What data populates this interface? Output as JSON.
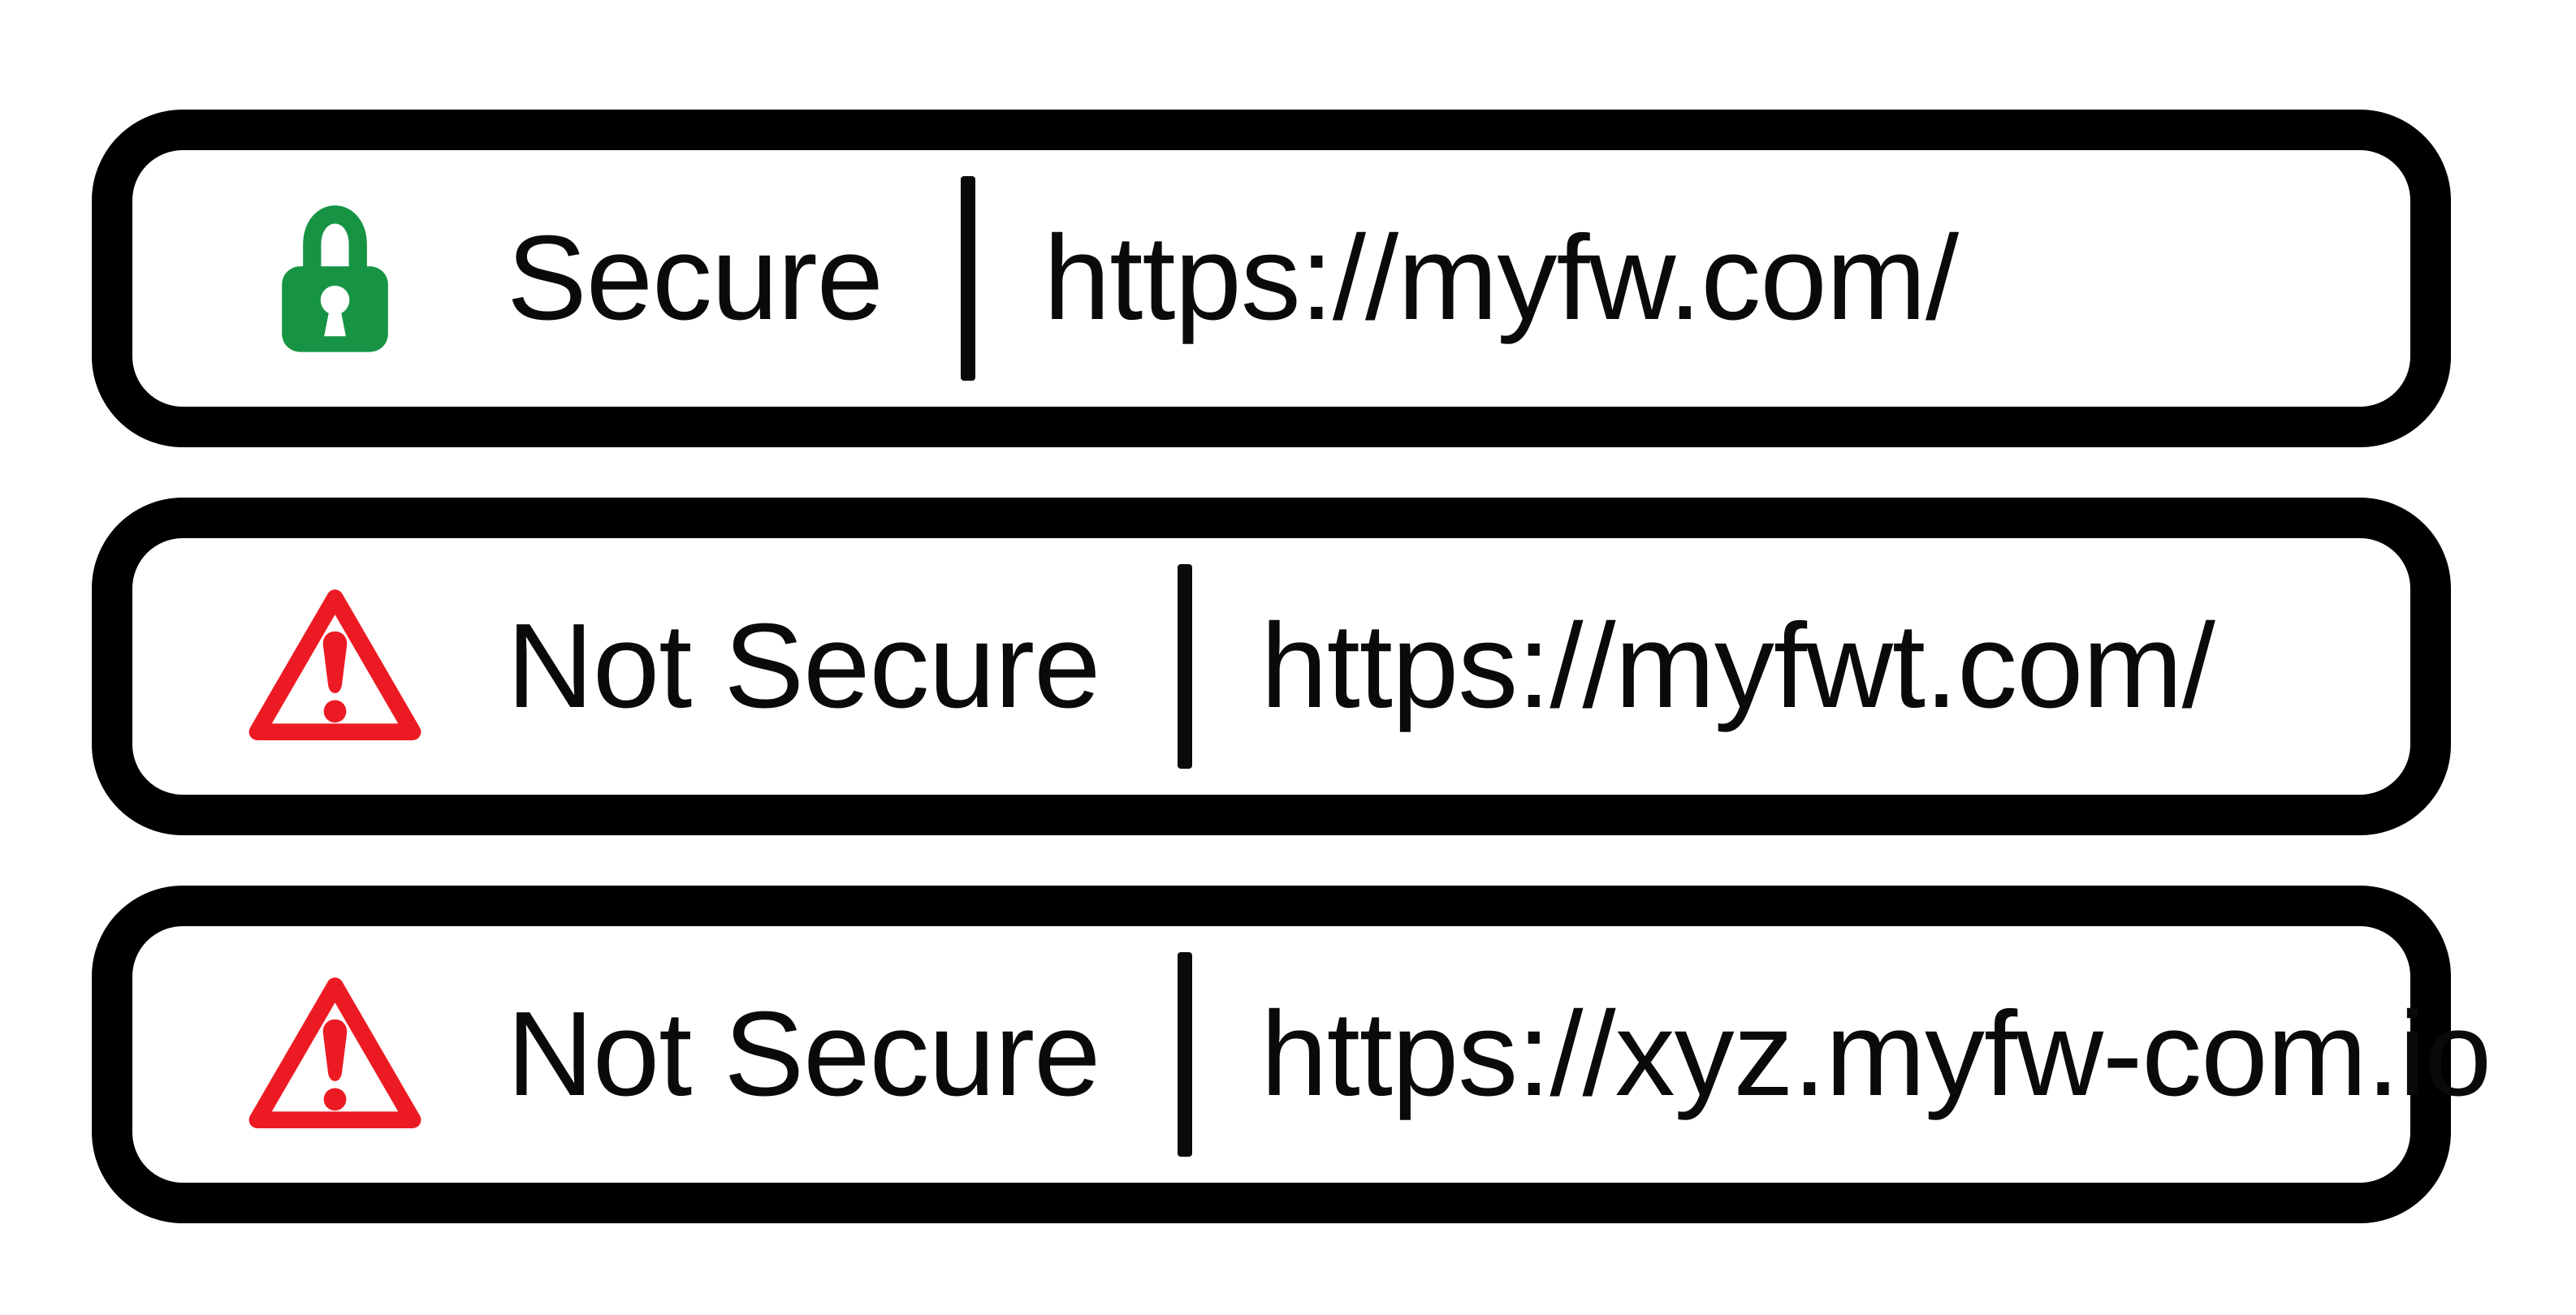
{
  "title": "Browser address bar security comparison",
  "colors": {
    "background": "#ffffff",
    "border": "#000000",
    "text": "#0a0a0a",
    "secure_green": "#169444",
    "warning_red": "#ec1b23"
  },
  "bars": [
    {
      "status": "secure",
      "icon": "lock-icon",
      "label": "Secure",
      "url": "https://myfw.com/"
    },
    {
      "status": "not-secure",
      "icon": "warning-icon",
      "label": "Not Secure",
      "url": "https://myfwt.com/"
    },
    {
      "status": "not-secure",
      "icon": "warning-icon",
      "label": "Not Secure",
      "url": "https://xyz.myfw-com.io"
    }
  ]
}
